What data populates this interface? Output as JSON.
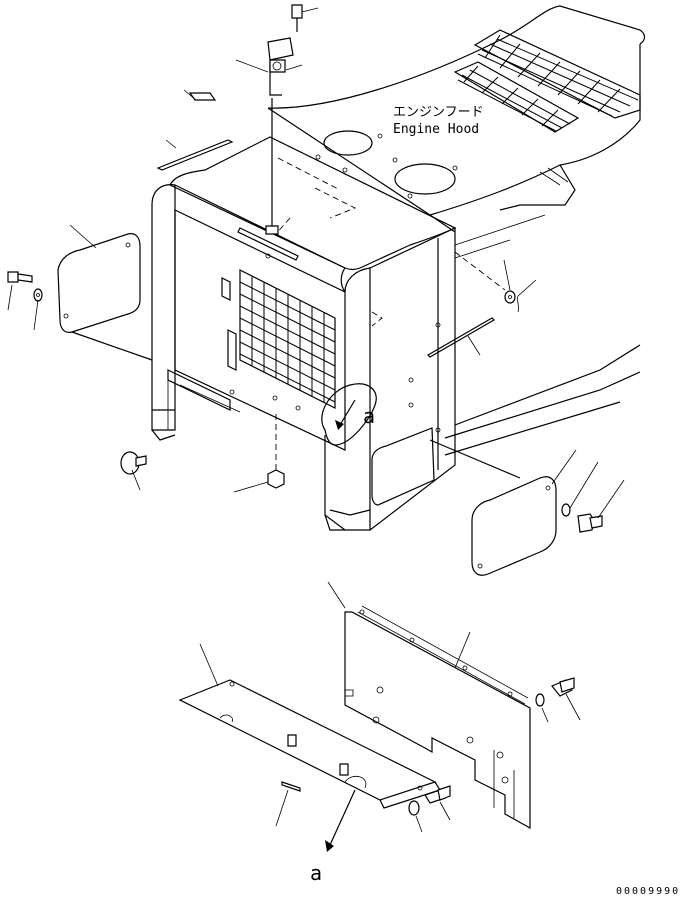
{
  "labels": {
    "engine_hood_jp": "エンジンフード",
    "engine_hood_en": "Engine Hood",
    "view_ref_top": "a",
    "view_ref_bottom": "a",
    "drawing_number": "00009990"
  }
}
